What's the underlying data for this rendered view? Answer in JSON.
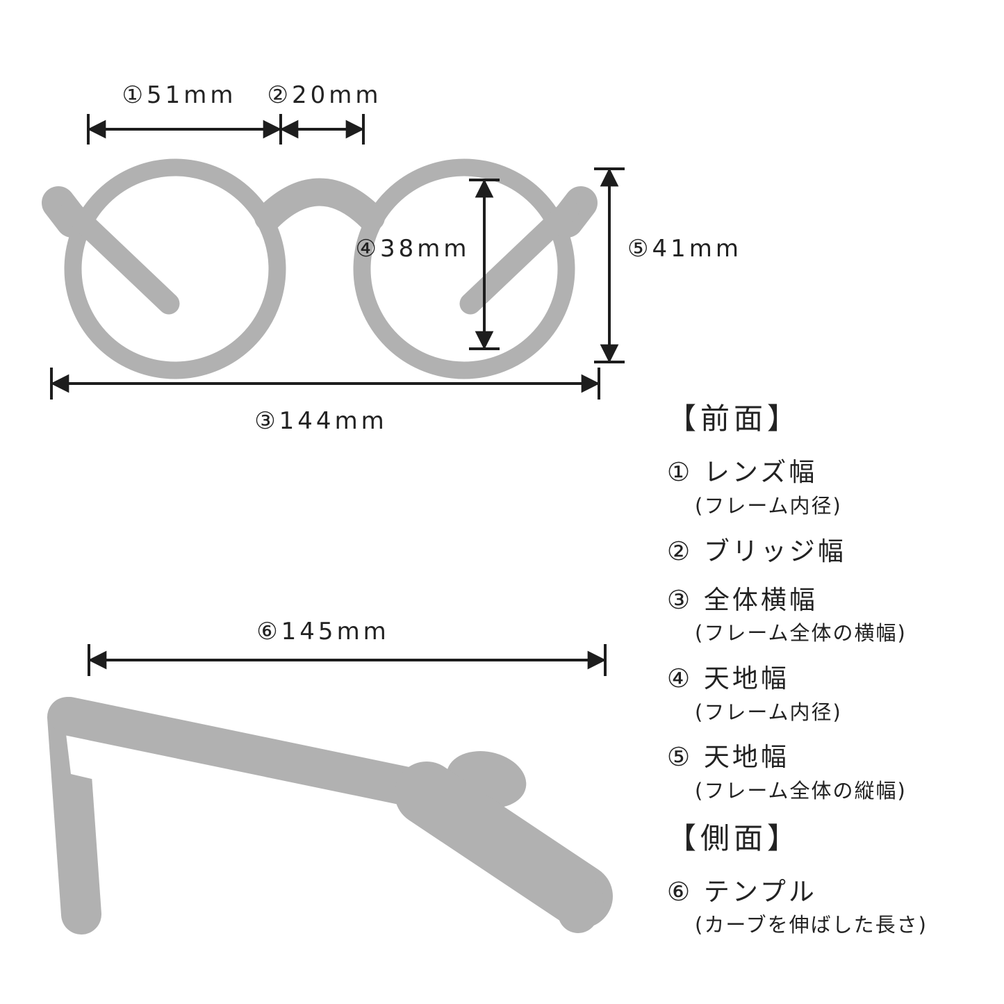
{
  "colors": {
    "background": "#ffffff",
    "silhouette": "#b1b1b1",
    "dimension_line": "#1d1d1d",
    "text": "#222222"
  },
  "front_view": {
    "labels": {
      "lens_width": "①51mm",
      "bridge_width": "②20mm",
      "total_width": "③144mm",
      "lens_height": "④38mm",
      "frame_height": "⑤41mm"
    }
  },
  "side_view": {
    "labels": {
      "temple_length": "⑥145mm"
    }
  },
  "legend": {
    "front": {
      "title": "【前面】",
      "items": [
        {
          "term": "① レンズ幅",
          "note": "(フレーム内径)"
        },
        {
          "term": "② ブリッジ幅",
          "note": ""
        },
        {
          "term": "③ 全体横幅",
          "note": "(フレーム全体の横幅)"
        },
        {
          "term": "④ 天地幅",
          "note": "(フレーム内径)"
        },
        {
          "term": "⑤ 天地幅",
          "note": "(フレーム全体の縦幅)"
        }
      ]
    },
    "side": {
      "title": "【側面】",
      "items": [
        {
          "term": "⑥ テンプル",
          "note": "(カーブを伸ばした長さ)"
        }
      ]
    }
  }
}
